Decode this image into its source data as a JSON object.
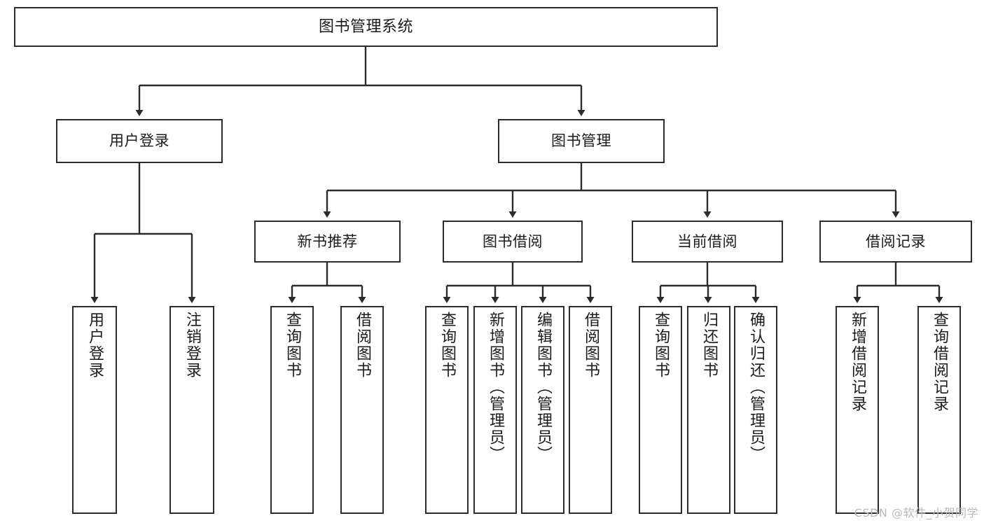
{
  "diagram": {
    "type": "tree-hierarchy-flowchart",
    "title": "图书管理系统",
    "watermark": "CSDN @软件_小贺同学",
    "colors": {
      "box_border": "#2b2b2b",
      "box_fill": "#ffffff",
      "edge": "#2b2b2b",
      "text": "#1b1b1b",
      "watermark": "#b9b9b9"
    },
    "nodes": {
      "root": {
        "label": "图书管理系统",
        "orientation": "horizontal"
      },
      "level1": [
        {
          "id": "user-login",
          "label": "用户登录",
          "orientation": "horizontal"
        },
        {
          "id": "book-manage",
          "label": "图书管理",
          "orientation": "horizontal"
        }
      ],
      "level2": [
        {
          "id": "new-book-recommend",
          "label": "新书推荐",
          "orientation": "horizontal"
        },
        {
          "id": "book-borrow",
          "label": "图书借阅",
          "orientation": "horizontal"
        },
        {
          "id": "current-borrow",
          "label": "当前借阅",
          "orientation": "horizontal"
        },
        {
          "id": "borrow-record",
          "label": "借阅记录",
          "orientation": "horizontal"
        }
      ],
      "leaves": [
        {
          "id": "leaf-user-login",
          "label": "用户登录",
          "parent": "user-login",
          "orientation": "vertical"
        },
        {
          "id": "leaf-logout-login",
          "label": "注销登录",
          "parent": "user-login",
          "orientation": "vertical"
        },
        {
          "id": "leaf-query-book-1",
          "label": "查询图书",
          "parent": "new-book-recommend",
          "orientation": "vertical"
        },
        {
          "id": "leaf-borrow-book-1",
          "label": "借阅图书",
          "parent": "new-book-recommend",
          "orientation": "vertical"
        },
        {
          "id": "leaf-query-book-2",
          "label": "查询图书",
          "parent": "book-borrow",
          "orientation": "vertical"
        },
        {
          "id": "leaf-add-book",
          "label": "新增图书（管理员）",
          "parent": "book-borrow",
          "orientation": "vertical"
        },
        {
          "id": "leaf-edit-book",
          "label": "编辑图书（管理员）",
          "parent": "book-borrow",
          "orientation": "vertical"
        },
        {
          "id": "leaf-borrow-book-2",
          "label": "借阅图书",
          "parent": "book-borrow",
          "orientation": "vertical"
        },
        {
          "id": "leaf-query-book-3",
          "label": "查询图书",
          "parent": "current-borrow",
          "orientation": "vertical"
        },
        {
          "id": "leaf-return-book",
          "label": "归还图书",
          "parent": "current-borrow",
          "orientation": "vertical"
        },
        {
          "id": "leaf-confirm-return",
          "label": "确认归还（管理员）",
          "parent": "current-borrow",
          "orientation": "vertical"
        },
        {
          "id": "leaf-add-record",
          "label": "新增借阅记录",
          "parent": "borrow-record",
          "orientation": "vertical"
        },
        {
          "id": "leaf-query-record",
          "label": "查询借阅记录",
          "parent": "borrow-record",
          "orientation": "vertical"
        }
      ]
    }
  }
}
